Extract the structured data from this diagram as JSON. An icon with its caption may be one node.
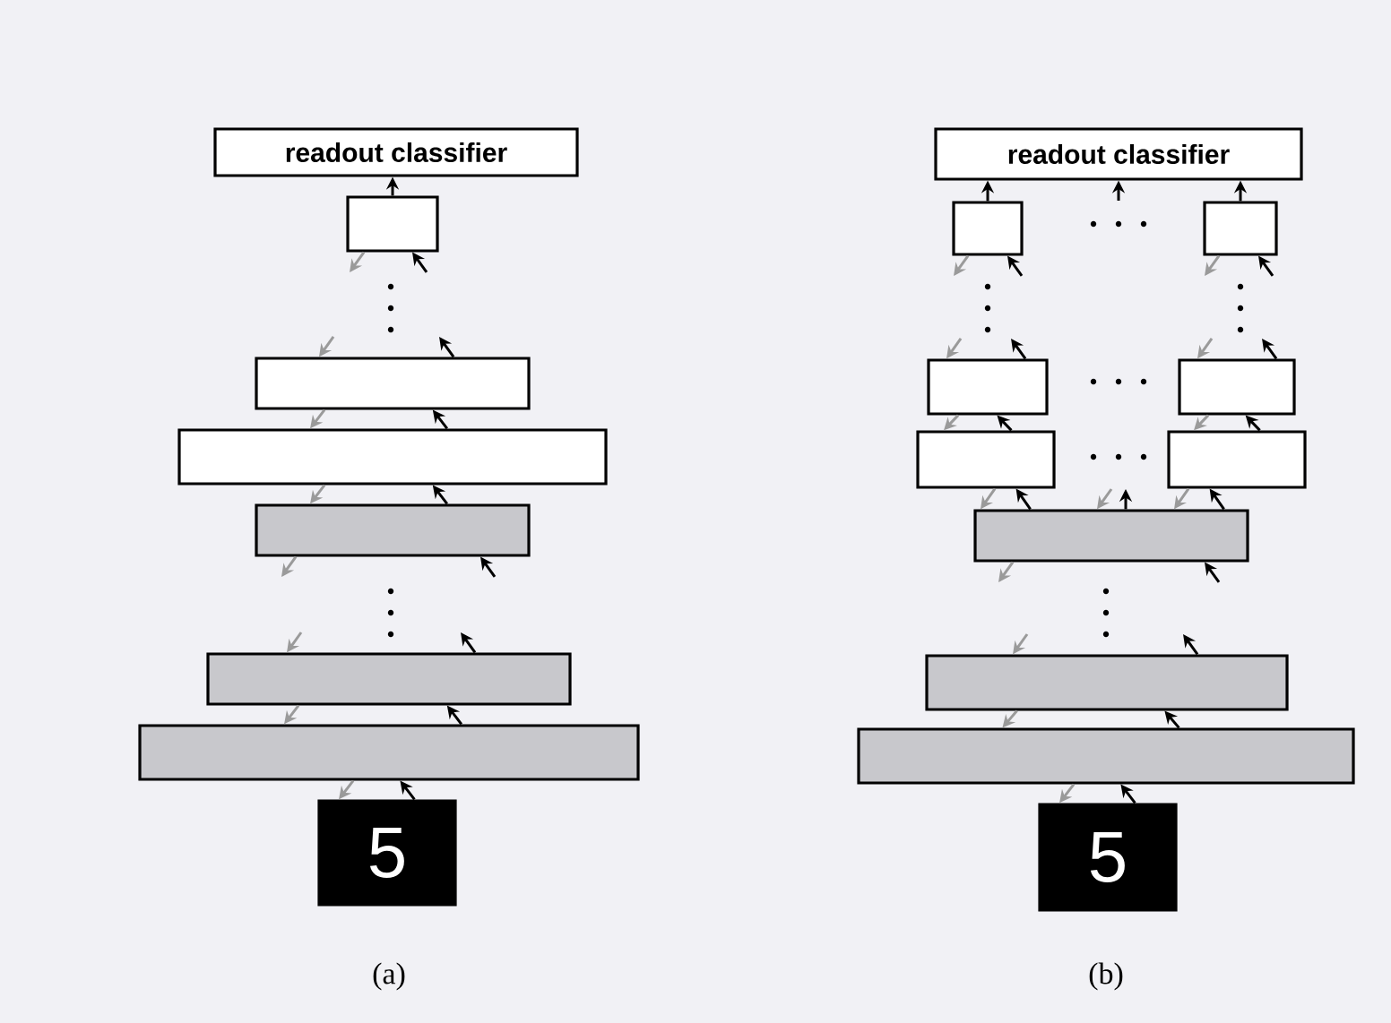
{
  "diagram": {
    "nodes": [
      {
        "text": [
          "readout classifier"
        ]
      },
      {
        "text": [],
        "shape": "box"
      },
      {
        "text": [],
        "shape": "box"
      },
      {
        "text": [],
        "shape": "box"
      },
      {
        "text": [],
        "shape": "box"
      },
      {
        "text": [],
        "shape": "box"
      },
      {
        "text": [],
        "shape": "box"
      },
      {
        "text": [
          "5"
        ]
      },
      {
        "text": [
          "readout classifier"
        ]
      },
      {
        "text": [],
        "shape": "box"
      },
      {
        "text": [],
        "shape": "box"
      },
      {
        "text": [],
        "shape": "box"
      },
      {
        "text": [],
        "shape": "box"
      },
      {
        "text": [],
        "shape": "box"
      },
      {
        "text": [],
        "shape": "box"
      },
      {
        "text": [],
        "shape": "box"
      },
      {
        "text": [],
        "shape": "box"
      },
      {
        "text": [],
        "shape": "box"
      },
      {
        "text": [
          "5"
        ]
      }
    ],
    "edges": [
      {
        "from": 1,
        "to": 0,
        "arrow": "to"
      },
      {
        "from": 1,
        "to": null,
        "arrow": "to",
        "color": "#9a9a9a"
      },
      {
        "from": null,
        "to": 1,
        "arrow": "to"
      },
      {
        "from": null,
        "to": 2,
        "arrow": "to",
        "color": "#9a9a9a"
      },
      {
        "from": 2,
        "to": null,
        "arrow": "to"
      },
      {
        "from": 2,
        "to": 3,
        "arrow": "to",
        "color": "#9a9a9a"
      },
      {
        "from": 3,
        "to": 2,
        "arrow": "to"
      },
      {
        "from": 3,
        "to": 4,
        "arrow": "to",
        "color": "#9a9a9a"
      },
      {
        "from": 4,
        "to": 3,
        "arrow": "to"
      },
      {
        "from": 4,
        "to": null,
        "arrow": "to",
        "color": "#9a9a9a"
      },
      {
        "from": null,
        "to": 4,
        "arrow": "to"
      },
      {
        "from": null,
        "to": 5,
        "arrow": "to",
        "color": "#9a9a9a"
      },
      {
        "from": 5,
        "to": null,
        "arrow": "to"
      },
      {
        "from": 5,
        "to": 6,
        "arrow": "to",
        "color": "#9a9a9a"
      },
      {
        "from": 6,
        "to": 5,
        "arrow": "to"
      },
      {
        "from": 6,
        "to": 7,
        "arrow": "to",
        "color": "#9a9a9a"
      },
      {
        "from": 7,
        "to": 6,
        "arrow": "to"
      },
      {
        "from": 9,
        "to": 8,
        "arrow": "to"
      },
      {
        "from": null,
        "to": 8,
        "arrow": "to"
      },
      {
        "from": 10,
        "to": 8,
        "arrow": "to"
      },
      {
        "from": 9,
        "to": null,
        "arrow": "to",
        "color": "#9a9a9a"
      },
      {
        "from": null,
        "to": 9,
        "arrow": "to"
      },
      {
        "from": 10,
        "to": null,
        "arrow": "to",
        "color": "#9a9a9a"
      },
      {
        "from": null,
        "to": 10,
        "arrow": "to"
      },
      {
        "from": null,
        "to": 11,
        "arrow": "to",
        "color": "#9a9a9a"
      },
      {
        "from": 11,
        "to": null,
        "arrow": "to"
      },
      {
        "from": null,
        "to": 12,
        "arrow": "to",
        "color": "#9a9a9a"
      },
      {
        "from": 12,
        "to": null,
        "arrow": "to"
      },
      {
        "from": 11,
        "to": 13,
        "arrow": "to",
        "color": "#9a9a9a"
      },
      {
        "from": 13,
        "to": 11,
        "arrow": "to"
      },
      {
        "from": 12,
        "to": 14,
        "arrow": "to",
        "color": "#9a9a9a"
      },
      {
        "from": 14,
        "to": 12,
        "arrow": "to"
      },
      {
        "from": 13,
        "to": 15,
        "arrow": "to",
        "color": "#9a9a9a"
      },
      {
        "from": 15,
        "to": 13,
        "arrow": "to"
      },
      {
        "from": null,
        "to": 15,
        "arrow": "to",
        "color": "#9a9a9a"
      },
      {
        "from": 15,
        "to": null,
        "arrow": "to"
      },
      {
        "from": 14,
        "to": 15,
        "arrow": "to",
        "color": "#9a9a9a"
      },
      {
        "from": 15,
        "to": 14,
        "arrow": "to"
      },
      {
        "from": 15,
        "to": null,
        "arrow": "to",
        "color": "#9a9a9a"
      },
      {
        "from": null,
        "to": 15,
        "arrow": "to"
      },
      {
        "from": null,
        "to": 16,
        "arrow": "to",
        "color": "#9a9a9a"
      },
      {
        "from": 16,
        "to": null,
        "arrow": "to"
      },
      {
        "from": 16,
        "to": 17,
        "arrow": "to",
        "color": "#9a9a9a"
      },
      {
        "from": 17,
        "to": 16,
        "arrow": "to"
      },
      {
        "from": 17,
        "to": 18,
        "arrow": "to",
        "color": "#9a9a9a"
      },
      {
        "from": 18,
        "to": 17,
        "arrow": "to"
      }
    ],
    "labels": [
      "(a)",
      "(b)"
    ]
  }
}
